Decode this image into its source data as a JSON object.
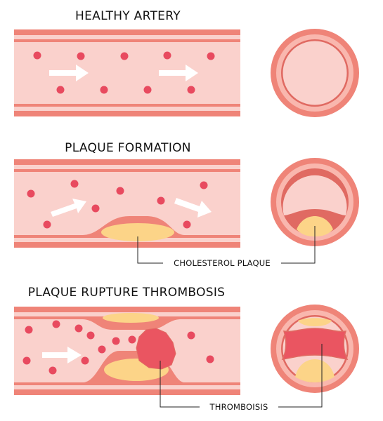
{
  "sections": [
    {
      "title": "HEALTHY ARTERY"
    },
    {
      "title": "PLAQUE FORMATION",
      "callout": "CHOLESTEROL PLAQUE"
    },
    {
      "title": "PLAQUE RUPTURE THROMBOSIS",
      "callout": "THROMBOISIS"
    }
  ],
  "colors": {
    "wall": "#ef8478",
    "wall_dark": "#e06a62",
    "lumen": "#fad1cc",
    "blood_cell": "#e84a5f",
    "plaque": "#fcd488",
    "plaque_edge": "#f1a679",
    "thrombus": "#ea5561",
    "arrow": "#ffffff"
  }
}
